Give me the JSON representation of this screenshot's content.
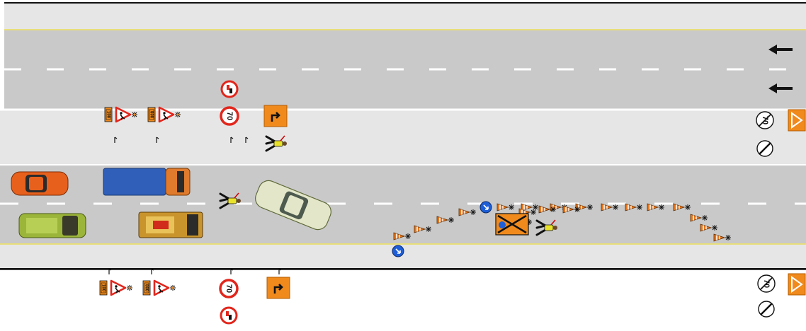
{
  "diagram": {
    "speed_limit": "70",
    "plate_100": "100",
    "plate_800": "800",
    "colors": {
      "carriageway": "#c9c9c9",
      "shoulder": "#e6e6e6",
      "edge_line": "#e8de7a",
      "lane_marking": "#ffffff",
      "sign_red": "#e1261c",
      "sign_orange": "#f08a1c",
      "cone_orange": "#e8761c",
      "beacon_blue": "#1e5fd8",
      "outline": "#111111"
    },
    "direction_arrows": [
      "arrow-left",
      "arrow-left"
    ],
    "vehicles": [
      "orange-car",
      "blue-truck",
      "green-van",
      "yellow-truck",
      "white-car"
    ],
    "workers": [
      "worker",
      "worker",
      "worker"
    ],
    "cone_count": 21
  }
}
